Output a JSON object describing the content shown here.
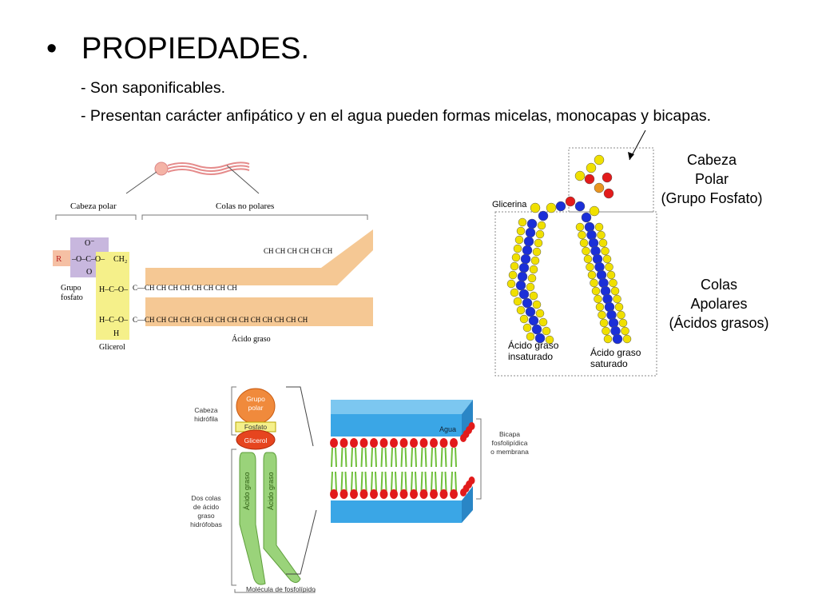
{
  "slide": {
    "bullet": "•",
    "title": "PROPIEDADES.",
    "lines": [
      "- Son saponificables.",
      "- Presentan carácter anfipático y en el agua pueden formas micelas, monocapas y bicapas."
    ]
  },
  "fig_formula": {
    "head_label": "Cabeza polar",
    "tails_label": "Colas no polares",
    "r": "R",
    "group_label": [
      "Grupo",
      "fosfato"
    ],
    "glycerol_label": "Glicerol",
    "acid_label": "Ácido graso",
    "chain_top": "CH CH CH CH CH CH",
    "chain_mid": "C—CH CH CH CH CH CH CH CH",
    "chain_bot": "C—CH CH CH CH CH CH CH CH CH CH CH CH CH CH"
  },
  "fig_model": {
    "glicerina": "Glicerina",
    "head": [
      "Cabeza",
      "Polar",
      "(Grupo Fosfato)"
    ],
    "tails": [
      "Colas",
      "Apolares",
      "(Ácidos grasos)"
    ],
    "unsat": [
      "Ácido graso",
      "insaturado"
    ],
    "sat": [
      "Ácido graso",
      "saturado"
    ]
  },
  "fig_bilayer": {
    "head_label": [
      "Cabeza",
      "hidrófila"
    ],
    "tails_label": [
      "Dos colas",
      "de ácido",
      "graso",
      "hidrófobas"
    ],
    "grupo": [
      "Grupo",
      "polar"
    ],
    "fosfato": "Fosfato",
    "glicerol": "Glicerol",
    "acido": "Ácido graso",
    "molecule_label": "Molécula de fosfolípido",
    "agua": "Agua",
    "bicapa": [
      "Bicapa",
      "fosfolipídica",
      "o membrana"
    ]
  },
  "colors": {
    "tail_band": "#f5c894",
    "phosphate_box": "#c8b7de",
    "glycerol_box": "#f5f08a",
    "water_blue": "#3aa6e6",
    "head_red": "#e21b1b",
    "tail_green": "#6fbf3a",
    "atom_yellow": "#f0e000",
    "atom_blue": "#1b2fd8",
    "atom_orange": "#e9951f"
  }
}
